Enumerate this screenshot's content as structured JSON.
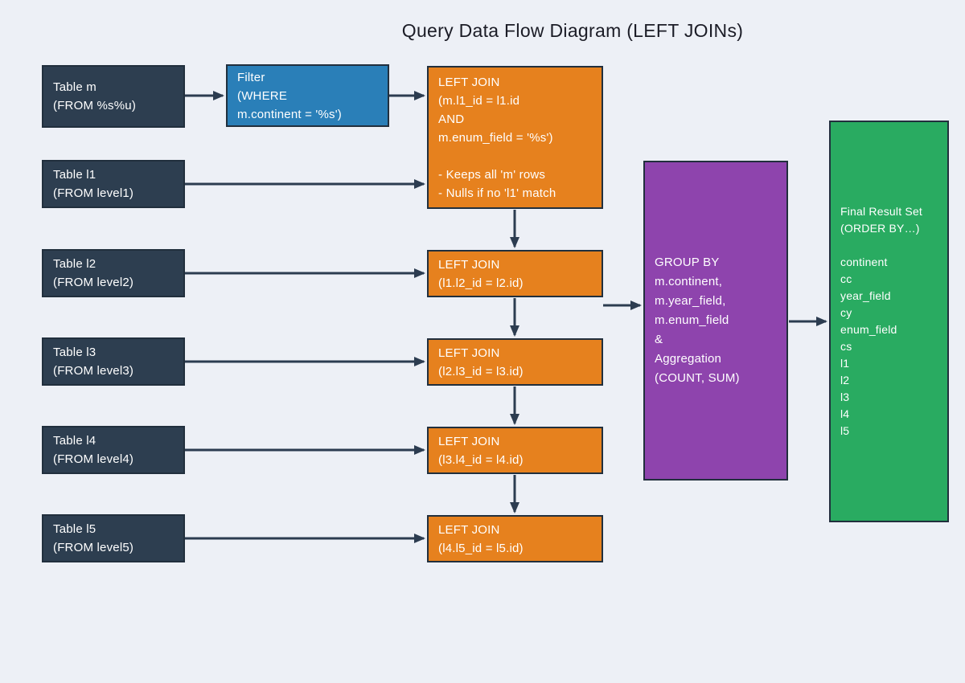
{
  "title": "Query Data Flow Diagram (LEFT JOINs)",
  "colors": {
    "background": "#edf0f6",
    "table_box": "#2d3e50",
    "filter_box": "#2a7fb8",
    "join_box": "#e6811e",
    "group_box": "#8e44ad",
    "result_box": "#29ab61",
    "box_border": "#212f3d",
    "arrow": "#2c3c50",
    "box_text": "#ffffff",
    "title_text": "#1b1c26"
  },
  "nodes": {
    "table_m": {
      "text": "Table m\n(FROM %s%u)"
    },
    "filter": {
      "text": "Filter\n(WHERE\nm.continent = '%s')"
    },
    "join1": {
      "text": "LEFT JOIN\n(m.l1_id = l1.id\nAND\nm.enum_field = '%s')\n\n- Keeps all 'm' rows\n- Nulls if no 'l1' match"
    },
    "table_l1": {
      "text": "Table l1\n(FROM level1)"
    },
    "table_l2": {
      "text": "Table l2\n(FROM level2)"
    },
    "join2": {
      "text": "LEFT JOIN\n(l1.l2_id = l2.id)"
    },
    "table_l3": {
      "text": "Table l3\n(FROM level3)"
    },
    "join3": {
      "text": "LEFT JOIN\n(l2.l3_id = l3.id)"
    },
    "table_l4": {
      "text": "Table l4\n(FROM level4)"
    },
    "join4": {
      "text": "LEFT JOIN\n(l3.l4_id = l4.id)"
    },
    "table_l5": {
      "text": "Table l5\n(FROM level5)"
    },
    "join5": {
      "text": "LEFT JOIN\n(l4.l5_id = l5.id)"
    },
    "group_by": {
      "text": "GROUP BY\nm.continent,\nm.year_field,\nm.enum_field\n&\nAggregation\n(COUNT, SUM)"
    },
    "result": {
      "text": "Final Result Set\n(ORDER BY…)\n\ncontinent\ncc\nyear_field\ncy\nenum_field\ncs\nl1\nl2\nl3\nl4\nl5"
    }
  }
}
